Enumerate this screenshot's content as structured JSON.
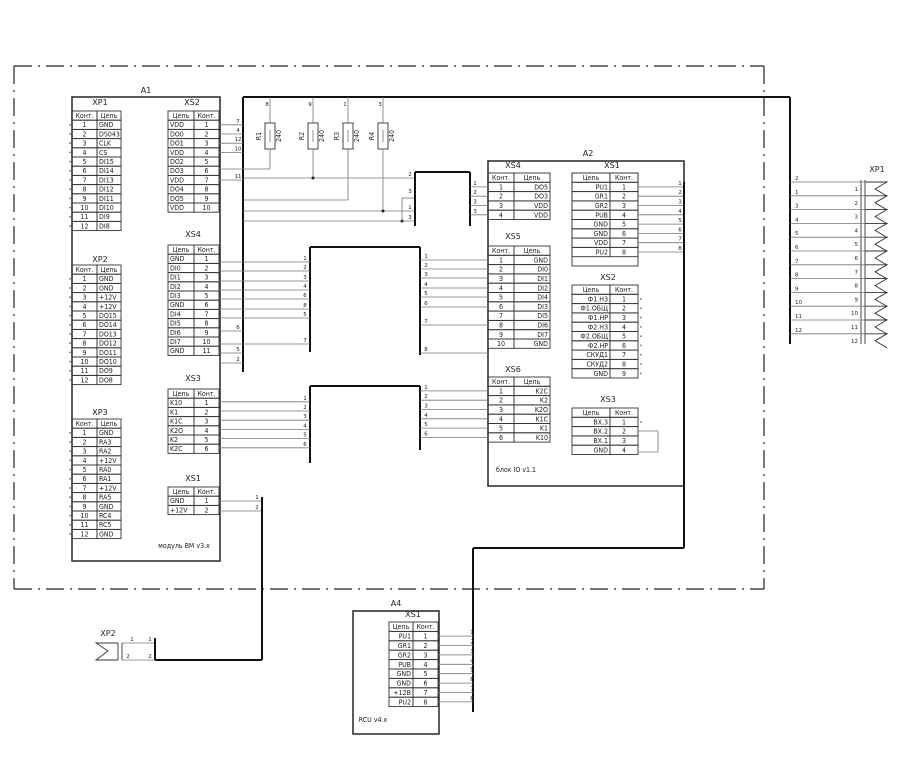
{
  "frame_label": "",
  "A1": {
    "label": "A1",
    "footer": "модуль BM v3.x",
    "XP1": {
      "title": "XP1",
      "headers": [
        "Конт.",
        "Цепь"
      ],
      "rows": [
        [
          "1",
          "GND"
        ],
        [
          "2",
          "DS043"
        ],
        [
          "3",
          "CLK"
        ],
        [
          "4",
          "CS"
        ],
        [
          "5",
          "DI15"
        ],
        [
          "6",
          "DI14"
        ],
        [
          "7",
          "DI13"
        ],
        [
          "8",
          "DI12"
        ],
        [
          "9",
          "DI11"
        ],
        [
          "10",
          "DI10"
        ],
        [
          "11",
          "DI9"
        ],
        [
          "12",
          "DI8"
        ]
      ]
    },
    "XP2": {
      "title": "XP2",
      "headers": [
        "Конт.",
        "Цепь"
      ],
      "rows": [
        [
          "1",
          "GND"
        ],
        [
          "2",
          "GND"
        ],
        [
          "3",
          "+12V"
        ],
        [
          "4",
          "+12V"
        ],
        [
          "5",
          "DO15"
        ],
        [
          "6",
          "DO14"
        ],
        [
          "7",
          "DO13"
        ],
        [
          "8",
          "DO12"
        ],
        [
          "9",
          "DO11"
        ],
        [
          "10",
          "DO10"
        ],
        [
          "11",
          "DO9"
        ],
        [
          "12",
          "DO8"
        ]
      ]
    },
    "XP3": {
      "title": "XP3",
      "headers": [
        "Конт.",
        "Цепь"
      ],
      "rows": [
        [
          "1",
          "GND"
        ],
        [
          "2",
          "RA3"
        ],
        [
          "3",
          "RA2"
        ],
        [
          "4",
          "+12V"
        ],
        [
          "5",
          "RA0"
        ],
        [
          "6",
          "RA1"
        ],
        [
          "7",
          "+12V"
        ],
        [
          "8",
          "RA5"
        ],
        [
          "9",
          "GND"
        ],
        [
          "10",
          "RC4"
        ],
        [
          "11",
          "RC5"
        ],
        [
          "12",
          "GND"
        ]
      ]
    },
    "XS2": {
      "title": "XS2",
      "headers": [
        "Цепь",
        "Конт."
      ],
      "rows": [
        [
          "VDD",
          "1"
        ],
        [
          "DO0",
          "2"
        ],
        [
          "DO1",
          "3"
        ],
        [
          "VDD",
          "4"
        ],
        [
          "DO2",
          "5"
        ],
        [
          "DO3",
          "6"
        ],
        [
          "VDD",
          "7"
        ],
        [
          "DO4",
          "8"
        ],
        [
          "DO5",
          "9"
        ],
        [
          "VDD",
          "10"
        ]
      ],
      "wire_labels": [
        "7",
        "4",
        "12",
        "10",
        "",
        "",
        "11",
        "",
        "",
        ""
      ]
    },
    "XS4": {
      "title": "XS4",
      "headers": [
        "Цепь",
        "Конт."
      ],
      "rows": [
        [
          "GND",
          "1"
        ],
        [
          "DI0",
          "2"
        ],
        [
          "DI1",
          "3"
        ],
        [
          "DI2",
          "4"
        ],
        [
          "DI3",
          "5"
        ],
        [
          "GND",
          "6"
        ],
        [
          "DI4",
          "7"
        ],
        [
          "DI5",
          "8"
        ],
        [
          "DI6",
          "9"
        ],
        [
          "DI7",
          "10"
        ],
        [
          "GND",
          "11"
        ]
      ],
      "wire_labels": [
        "",
        "",
        "",
        "",
        "",
        "",
        "",
        "6",
        "",
        "5",
        "2"
      ]
    },
    "XS3": {
      "title": "XS3",
      "headers": [
        "Цепь",
        "Конт."
      ],
      "rows": [
        [
          "K10",
          "1"
        ],
        [
          "K1",
          "2"
        ],
        [
          "K1C",
          "3"
        ],
        [
          "K2O",
          "4"
        ],
        [
          "K2",
          "5"
        ],
        [
          "K2C",
          "6"
        ]
      ]
    },
    "XS1": {
      "title": "XS1",
      "headers": [
        "Цепь",
        "Конт."
      ],
      "rows": [
        [
          "GND",
          "1"
        ],
        [
          "+12V",
          "2"
        ]
      ],
      "wire_labels": [
        "1",
        "2"
      ]
    }
  },
  "resistors": [
    {
      "ref": "R1",
      "value": "240",
      "pin": "8"
    },
    {
      "ref": "R2",
      "value": "240",
      "pin": "9"
    },
    {
      "ref": "R3",
      "value": "240",
      "pin": "1"
    },
    {
      "ref": "R4",
      "value": "240",
      "pin": "3"
    }
  ],
  "bus_labels": {
    "xs4_top_right": [
      "2",
      "3",
      "1",
      "3"
    ],
    "bus1_left": [
      "1",
      "2",
      "3",
      "4",
      "6",
      "8",
      "5",
      "7"
    ],
    "bus1_right": [
      "1",
      "2",
      "3",
      "4",
      "5",
      "6",
      "7",
      "8"
    ],
    "bus2_left": [
      "1",
      "2",
      "3",
      "4",
      "5",
      "6"
    ],
    "bus2_right": [
      "1",
      "2",
      "3",
      "4",
      "5",
      "6"
    ]
  },
  "A2": {
    "label": "A2",
    "footer": "блок IO v1.1",
    "XS4": {
      "title": "XS4",
      "headers": [
        "Конт.",
        "Цепь"
      ],
      "rows": [
        [
          "1",
          "DO5"
        ],
        [
          "2",
          "DO3"
        ],
        [
          "3",
          "VDD"
        ],
        [
          "4",
          "VDD"
        ]
      ],
      "wire_labels": [
        "1",
        "2",
        "3",
        "3"
      ]
    },
    "XS5": {
      "title": "XS5",
      "headers": [
        "Конт.",
        "Цепь"
      ],
      "rows": [
        [
          "1",
          "GND"
        ],
        [
          "2",
          "DI0"
        ],
        [
          "3",
          "DI1"
        ],
        [
          "4",
          "DI2"
        ],
        [
          "5",
          "DI4"
        ],
        [
          "6",
          "DI3"
        ],
        [
          "7",
          "DI5"
        ],
        [
          "8",
          "DI6"
        ],
        [
          "9",
          "DI7"
        ],
        [
          "10",
          "GND"
        ]
      ]
    },
    "XS6": {
      "title": "XS6",
      "headers": [
        "Конт.",
        "Цепь"
      ],
      "rows": [
        [
          "1",
          "K2C"
        ],
        [
          "2",
          "K2"
        ],
        [
          "3",
          "K2O"
        ],
        [
          "4",
          "K1C"
        ],
        [
          "5",
          "K1"
        ],
        [
          "6",
          "K10"
        ]
      ]
    },
    "XS1": {
      "title": "XS1",
      "headers": [
        "Цепь",
        "Конт."
      ],
      "rows": [
        [
          "PU1",
          "1"
        ],
        [
          "GR1",
          "2"
        ],
        [
          "GR2",
          "3"
        ],
        [
          "PUB",
          "4"
        ],
        [
          "GND",
          "5"
        ],
        [
          "GND",
          "6"
        ],
        [
          "VDD",
          "7"
        ],
        [
          "PU2",
          "8"
        ]
      ],
      "wire_labels": [
        "1",
        "2",
        "3",
        "4",
        "5",
        "6",
        "7",
        "8"
      ]
    },
    "XS2": {
      "title": "XS2",
      "headers": [
        "Цепь",
        "Конт."
      ],
      "rows": [
        [
          "Ф1.НЗ",
          "1"
        ],
        [
          "Ф1.ОБЩ",
          "2"
        ],
        [
          "Ф1.НР",
          "3"
        ],
        [
          "Ф2.НЗ",
          "4"
        ],
        [
          "Ф2.ОБЩ",
          "5"
        ],
        [
          "Ф2.НР",
          "6"
        ],
        [
          "СКУД1",
          "7"
        ],
        [
          "СКУД2",
          "8"
        ],
        [
          "GND",
          "9"
        ]
      ]
    },
    "XS3": {
      "title": "XS3",
      "headers": [
        "Цепь",
        "Конт."
      ],
      "rows": [
        [
          "ВХ.3",
          "1"
        ],
        [
          "ВХ.2",
          "2"
        ],
        [
          "ВХ.1",
          "3"
        ],
        [
          "GND",
          "4"
        ]
      ]
    }
  },
  "XP1_ext": {
    "title": "XP1",
    "left_labels": [
      "2",
      "1",
      "3",
      "4",
      "5",
      "6",
      "7",
      "8",
      "9",
      "10",
      "11",
      "12"
    ],
    "right_labels": [
      "1",
      "2",
      "3",
      "4",
      "5",
      "6",
      "7",
      "8",
      "9",
      "10",
      "11",
      "12"
    ]
  },
  "XP2_ext": {
    "title": "XP2",
    "left_labels": [
      "1",
      "2"
    ],
    "right_labels": [
      "1",
      "2"
    ]
  },
  "A4": {
    "label": "A4",
    "footer": "RCU v4.x",
    "XS1": {
      "title": "XS1",
      "headers": [
        "Цепь",
        "Конт."
      ],
      "rows": [
        [
          "PU1",
          "1"
        ],
        [
          "GR1",
          "2"
        ],
        [
          "GR2",
          "3"
        ],
        [
          "PUB",
          "4"
        ],
        [
          "GND",
          "5"
        ],
        [
          "GND",
          "6"
        ],
        [
          "+12В",
          "7"
        ],
        [
          "PU2",
          "8"
        ]
      ],
      "wire_labels": [
        "1",
        "2",
        "3",
        "4",
        "5",
        "6",
        "7",
        "8"
      ]
    }
  }
}
